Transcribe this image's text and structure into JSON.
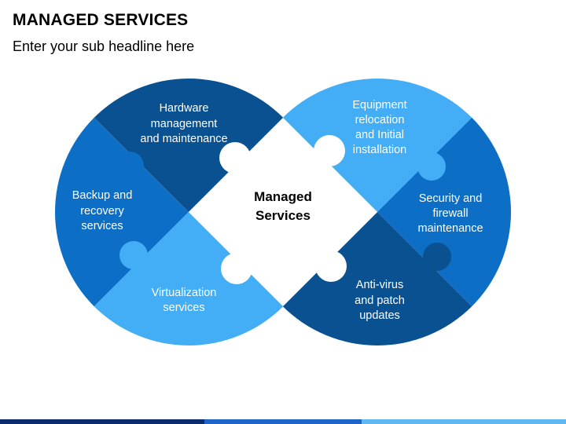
{
  "header": {
    "title": "MANAGED SERVICES",
    "subtitle": "Enter your sub headline here"
  },
  "center": {
    "line1": "Managed",
    "line2": "Services"
  },
  "segments": {
    "hardware": {
      "lines": [
        "Hardware",
        "management",
        "and maintenance"
      ]
    },
    "backup": {
      "lines": [
        "Backup and",
        "recovery",
        "services"
      ]
    },
    "virtualization": {
      "lines": [
        "Virtualization",
        "services"
      ]
    },
    "equipment": {
      "lines": [
        "Equipment",
        "relocation",
        "and Initial",
        "installation"
      ]
    },
    "security": {
      "lines": [
        "Security and",
        "firewall",
        "maintenance"
      ]
    },
    "antivirus": {
      "lines": [
        "Anti-virus",
        "and patch",
        "updates"
      ]
    }
  },
  "colors": {
    "dark_blue": "#0A5191",
    "medium_blue": "#0D6EC6",
    "light_blue": "#43AEF5",
    "center": "#FFFFFF"
  }
}
